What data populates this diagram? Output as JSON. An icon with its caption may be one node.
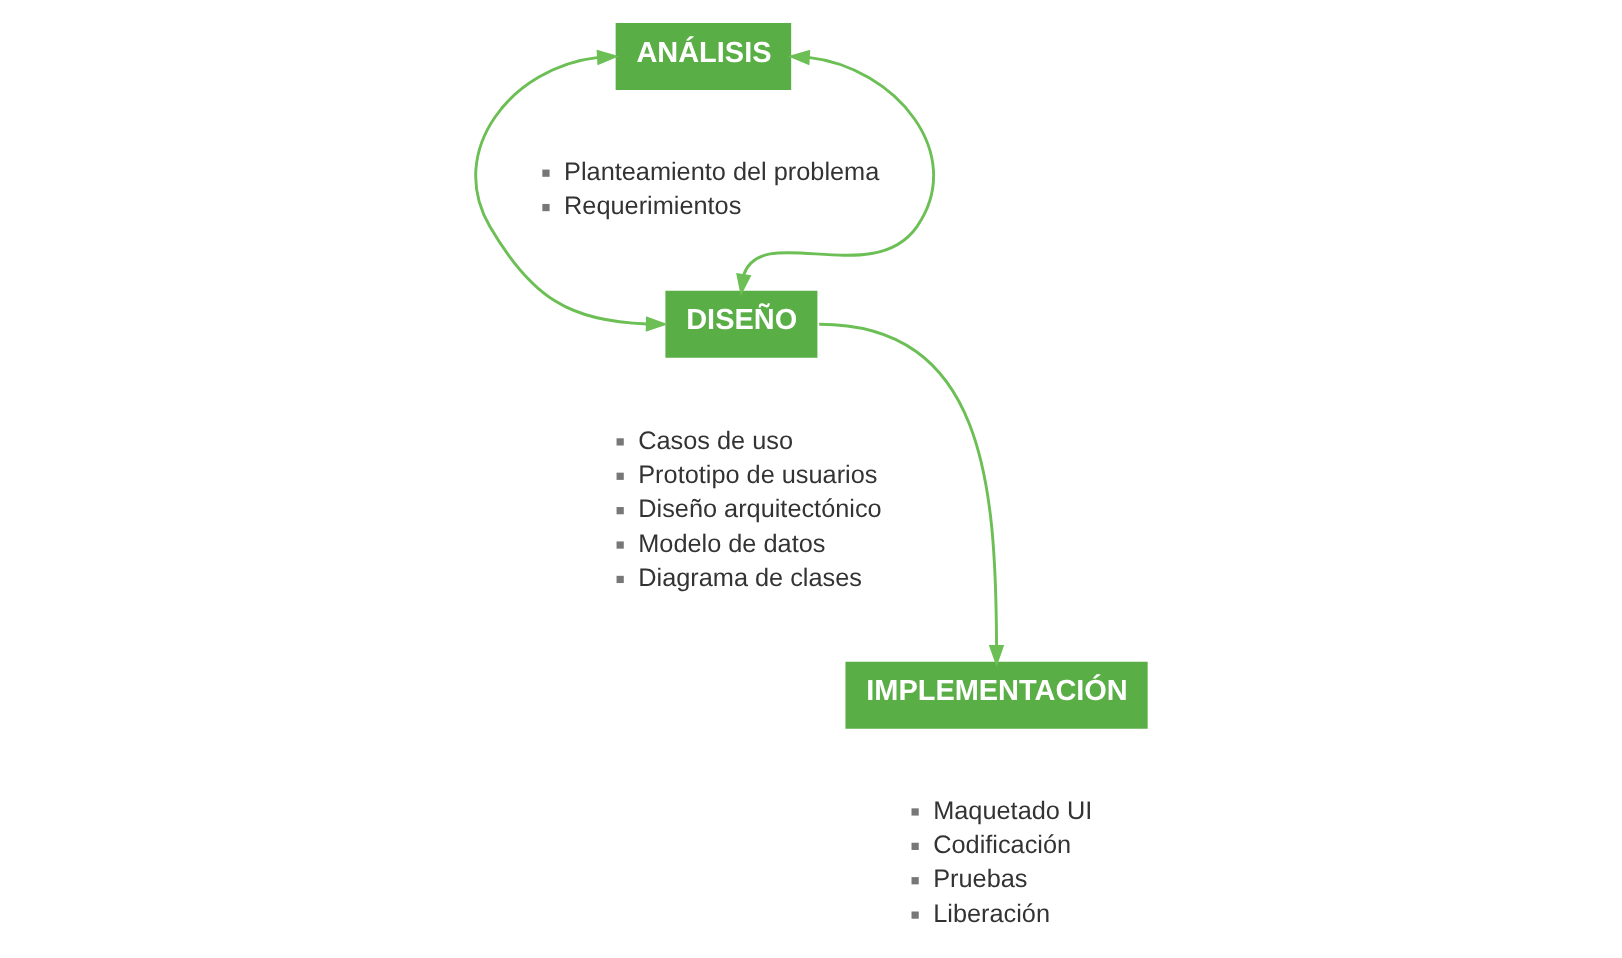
{
  "diagram": {
    "nodes": [
      {
        "text": [
          "ANÁLISIS"
        ],
        "beside": [
          "Planteamiento del problema",
          "Requerimientos"
        ]
      },
      {
        "text": [
          "DISEÑO"
        ],
        "beside": [
          "Casos de uso",
          "Prototipo de usuarios",
          "Diseño arquitectónico",
          "Modelo de datos",
          "Diagrama de clases"
        ]
      },
      {
        "text": [
          "IMPLEMENTACIÓN"
        ],
        "beside": [
          "Maquetado UI",
          "Codificación",
          "Pruebas",
          "Liberación"
        ]
      }
    ],
    "edges": [
      {
        "from": 0,
        "to": 1,
        "arrow": "both"
      },
      {
        "from": 0,
        "to": 1,
        "arrow": "both"
      },
      {
        "from": 1,
        "to": 2,
        "arrow": "to"
      }
    ]
  }
}
